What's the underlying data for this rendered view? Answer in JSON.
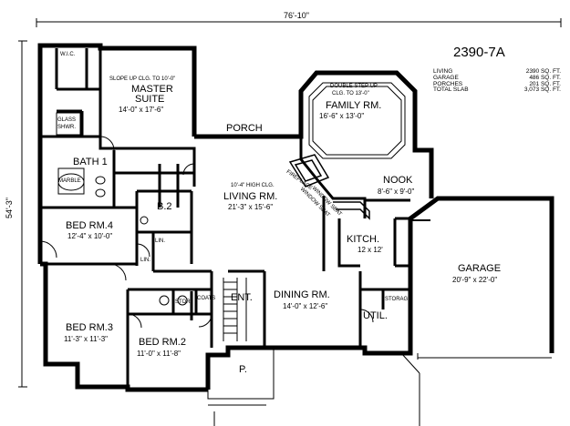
{
  "plan": {
    "number": "2390-7A",
    "overall_width": "76'-10\"",
    "overall_depth": "54'-3\""
  },
  "areas": [
    {
      "label": "LIVING",
      "value": "2390 SQ. FT."
    },
    {
      "label": "GARAGE",
      "value": "486 SQ. FT."
    },
    {
      "label": "PORCHES",
      "value": "201 SQ. FT."
    },
    {
      "label": "TOTAL SLAB",
      "value": "3,073 SQ. FT."
    }
  ],
  "rooms": {
    "master_note": "SLOPE UP CLG. TO 10'-0\"",
    "master_name1": "MASTER",
    "master_name2": "SUITE",
    "master_dim": "14'-0\" x 17'-6\"",
    "porch": "PORCH",
    "family_note1": "DOUBLE STEP UP",
    "family_note2": "CLG. TO 13'-0\"",
    "family_name": "FAMILY RM.",
    "family_dim": "16'-6\" x 13'-0\"",
    "nook_name": "NOOK",
    "nook_dim": "8'-6\" x 9'-0\"",
    "bath1": "BATH 1",
    "living_note": "10'-4\" HIGH CLG.",
    "living_name": "LIVING RM.",
    "living_dim": "21'-3\" x 15'-6\"",
    "bed4_name": "BED RM.4",
    "bed4_dim": "12'-4\" x 10'-0\"",
    "b2": "B.2",
    "kitch_name": "KITCH.",
    "kitch_dim": "12 x 12'",
    "garage_name": "GARAGE",
    "garage_dim": "20'-9\" x 22'-0\"",
    "ent": "ENT.",
    "dining_name": "DINING RM.",
    "dining_dim": "14'-0\" x 12'-6\"",
    "bed3_name": "BED RM.3",
    "bed3_dim": "11'-3\" x 11'-3\"",
    "bed2_name": "BED RM.2",
    "bed2_dim": "11'-0\" x 11'-8\"",
    "util": "UTIL.",
    "storage": "STORAGE",
    "p": "P.",
    "wic": "W.I.C.",
    "glass_shwr1": "GLASS",
    "glass_shwr2": "SHWR.",
    "marble": "MARBLE",
    "lin1": "LIN.",
    "lin2": "LIN.",
    "stor": "STOR.",
    "coats": "COATS",
    "fireplace": "FIREPLACE",
    "window_seat1": "WINDOW SEAT",
    "window_seat2": "WINDOW SEAT"
  }
}
